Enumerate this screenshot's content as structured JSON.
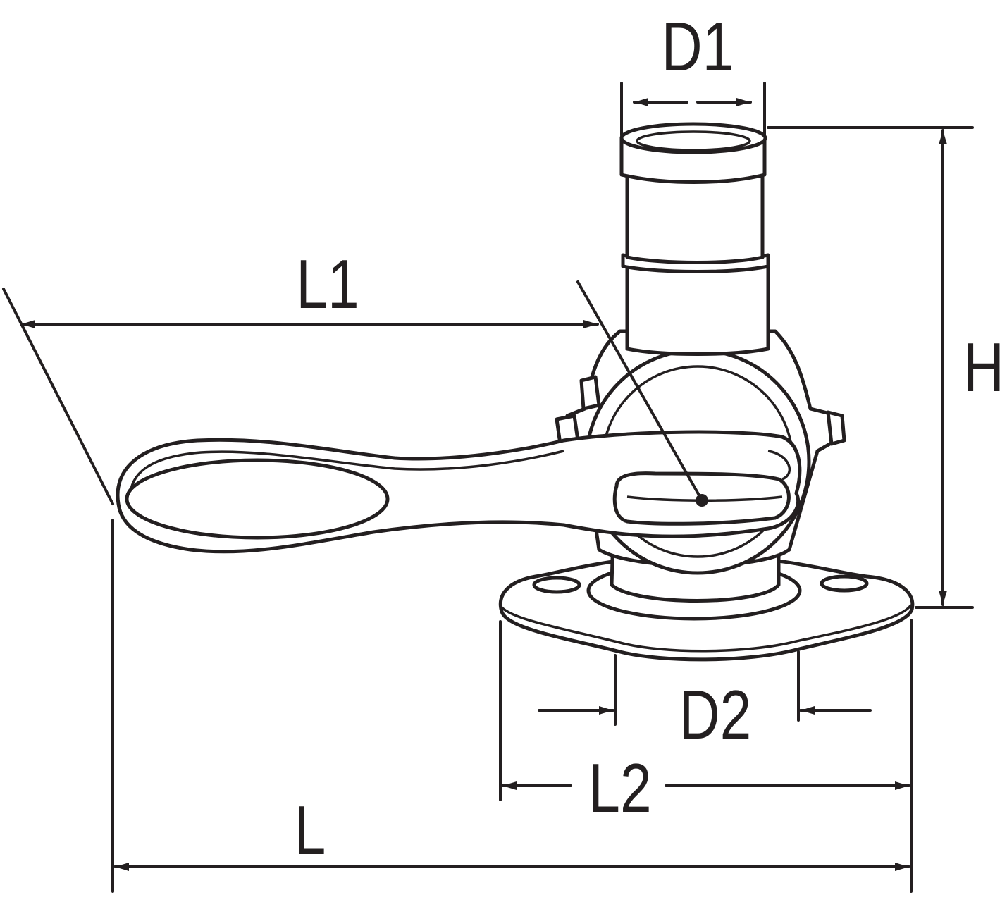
{
  "diagram": {
    "labels": {
      "d1": "D1",
      "h": "H",
      "l1": "L1",
      "d2": "D2",
      "l2": "L2",
      "l": "L"
    },
    "line_color": "#231f20",
    "background": "#ffffff"
  }
}
